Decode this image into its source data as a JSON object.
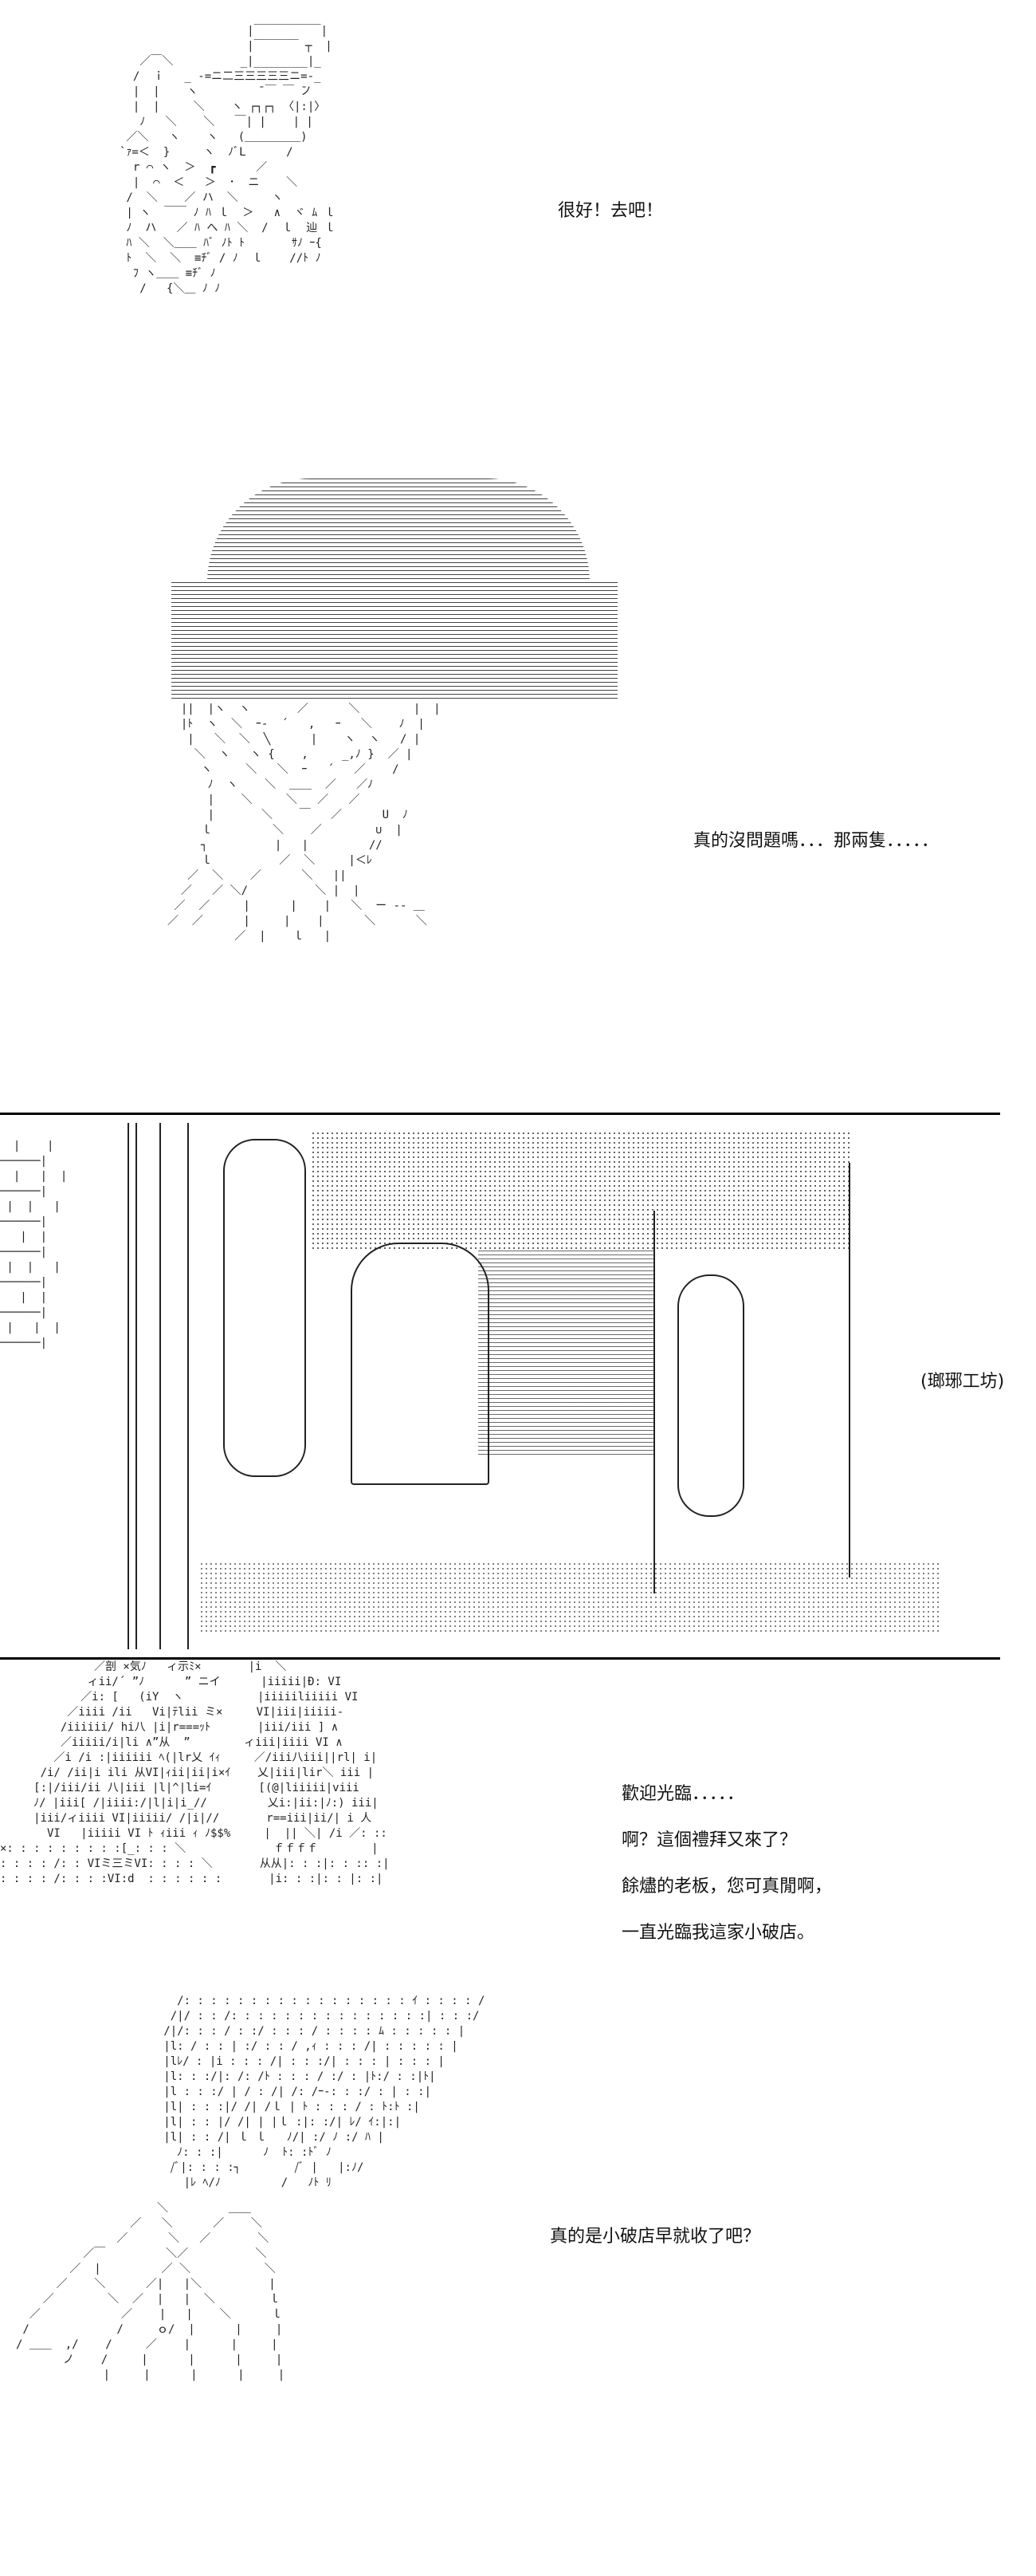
{
  "panels": [
    {
      "caption": [
        "很好！去吧！"
      ]
    },
    {
      "caption": [
        "真的沒問題嗎．．．那兩隻．．．．．"
      ]
    },
    {
      "caption": [
        "(瑯琊工坊)"
      ]
    },
    {
      "caption": [
        "歡迎光臨．．．．．",
        "啊？這個禮拜又來了？",
        "餘燼的老板，您可真閒啊，",
        "一直光臨我這家小破店。"
      ]
    },
    {
      "caption": [
        "真的是小破店早就收了吧？"
      ]
    }
  ]
}
